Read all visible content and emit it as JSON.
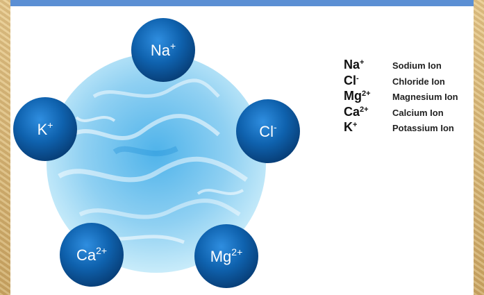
{
  "colors": {
    "ion_ball": "#0f62ae",
    "water": "#9fd7f2",
    "top_bar": "#5b8fd4"
  },
  "ions": [
    {
      "id": "na",
      "base": "Na",
      "charge": "+"
    },
    {
      "id": "cl",
      "base": "Cl",
      "charge": "-"
    },
    {
      "id": "mg",
      "base": "Mg",
      "charge": "2+"
    },
    {
      "id": "ca",
      "base": "Ca",
      "charge": "2+"
    },
    {
      "id": "k",
      "base": "K",
      "charge": "+"
    }
  ],
  "legend": [
    {
      "base": "Na",
      "charge": "+",
      "name": "Sodium Ion"
    },
    {
      "base": "Cl",
      "charge": "-",
      "name": "Chloride Ion"
    },
    {
      "base": "Mg",
      "charge": "2+",
      "name": "Magnesium Ion"
    },
    {
      "base": "Ca",
      "charge": "2+",
      "name": "Calcium Ion"
    },
    {
      "base": "K",
      "charge": "+",
      "name": "Potassium Ion"
    }
  ]
}
